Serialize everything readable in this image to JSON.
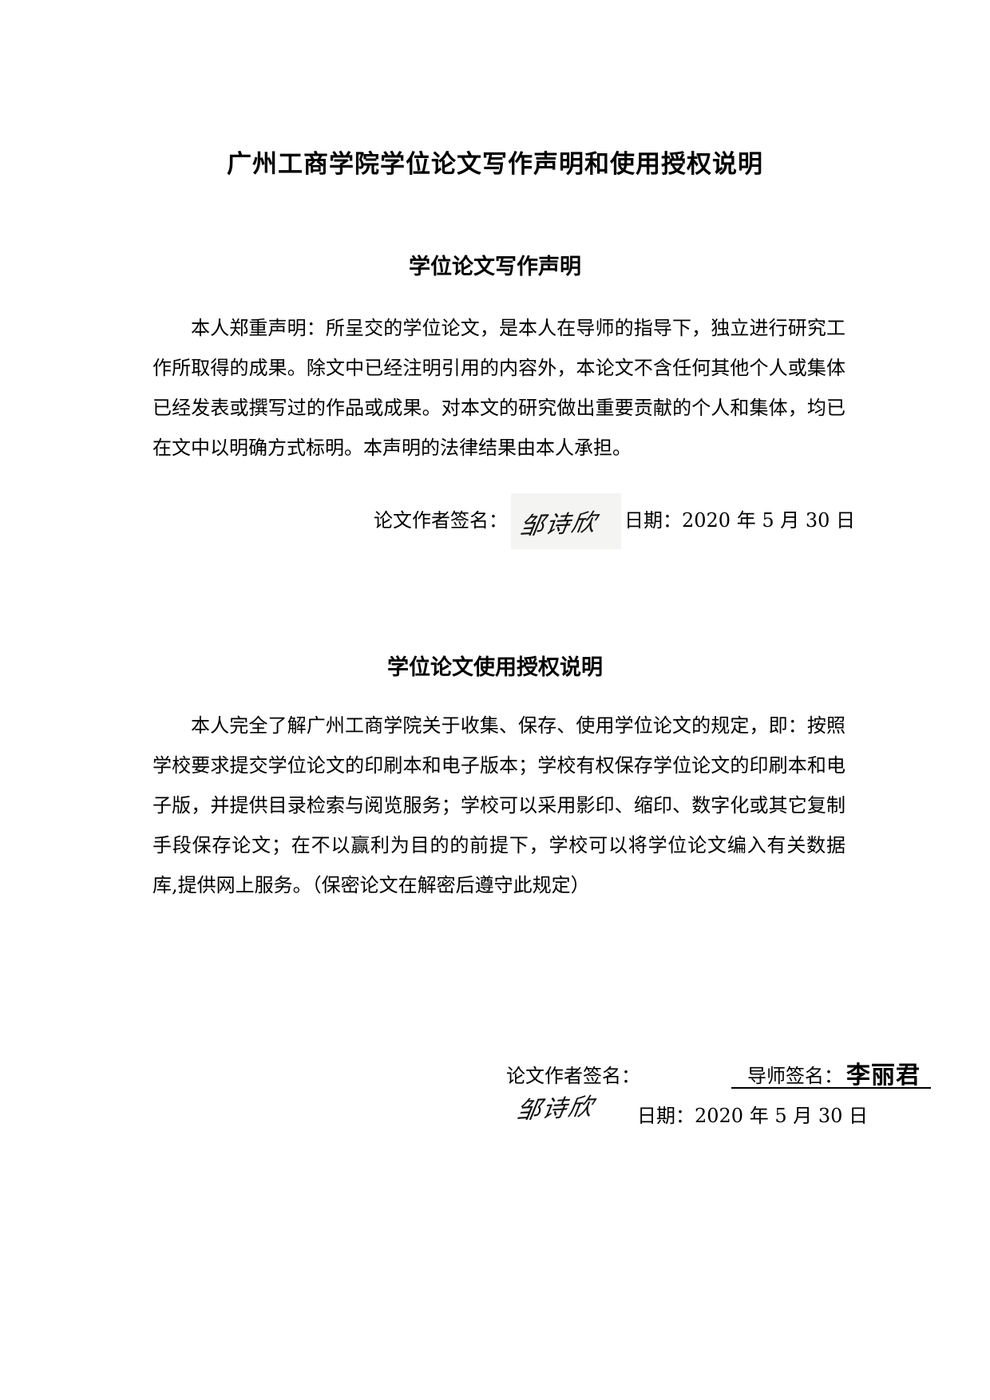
{
  "document": {
    "title": "广州工商学院学位论文写作声明和使用授权说明",
    "declaration": {
      "heading": "学位论文写作声明",
      "body": "本人郑重声明：所呈交的学位论文，是本人在导师的指导下，独立进行研究工作所取得的成果。除文中已经注明引用的内容外，本论文不含任何其他个人或集体已经发表或撰写过的作品或成果。对本文的研究做出重要贡献的个人和集体，均已在文中以明确方式标明。本声明的法律结果由本人承担。",
      "author_sign_label": "论文作者签名：",
      "author_signature": "邹诗欣",
      "date": "日期：2020 年 5 月 30 日"
    },
    "authorization": {
      "heading": "学位论文使用授权说明",
      "body": "本人完全了解广州工商学院关于收集、保存、使用学位论文的规定，即：按照学校要求提交学位论文的印刷本和电子版本；学校有权保存学位论文的印刷本和电子版，并提供目录检索与阅览服务；学校可以采用影印、缩印、数字化或其它复制手段保存论文；在不以赢利为目的的前提下，学校可以将学位论文编入有关数据库,提供网上服务。（保密论文在解密后遵守此规定）",
      "author_sign_label": "论文作者签名：",
      "author_signature": "邹诗欣",
      "advisor_sign_label": "导师签名：",
      "advisor_signature": "李丽君",
      "date": "日期：2020 年 5 月 30 日"
    }
  }
}
